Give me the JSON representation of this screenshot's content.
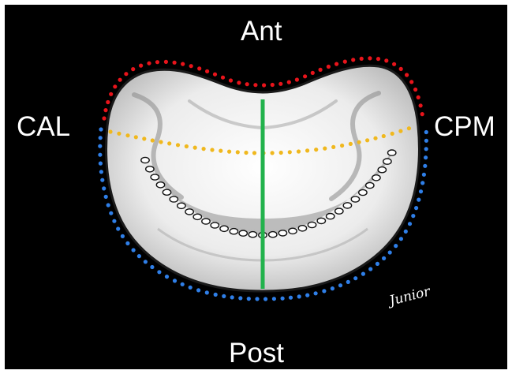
{
  "labels": {
    "anterior": "Ant",
    "posterior": "Post",
    "left_commissure": "CAL",
    "right_commissure": "CPM"
  },
  "signature": "Junior",
  "colors": {
    "background": "#000000",
    "anterior_annulus": "#e8141b",
    "posterior_annulus": "#2f7fe8",
    "intercommissural_line": "#f0b81e",
    "coaptation_line": "#ffffff",
    "septolateral_axis": "#22b24c"
  }
}
